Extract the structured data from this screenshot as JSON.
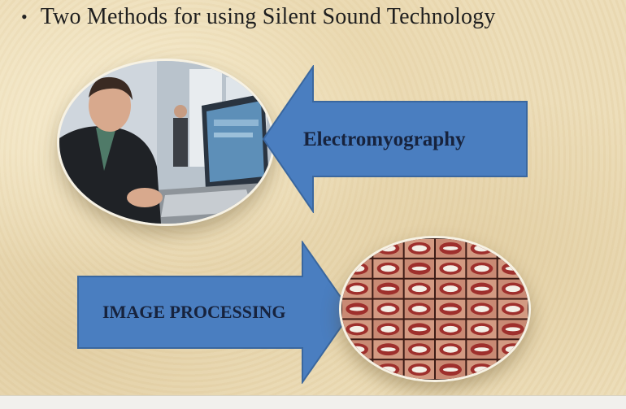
{
  "slide": {
    "bullet": "•",
    "title": "Two Methods for using Silent Sound Technology"
  },
  "methods": [
    {
      "label": "Electromyography",
      "arrow_direction": "left",
      "image": "person-at-computer-photo"
    },
    {
      "label": "IMAGE PROCESSING",
      "arrow_direction": "right",
      "image": "lip-reading-mouth-grid-photo"
    }
  ],
  "colors": {
    "arrow_fill": "#4a7ec0",
    "arrow_stroke": "#3a679f",
    "label_text": "#17233d",
    "background": "#ecdcb6"
  }
}
